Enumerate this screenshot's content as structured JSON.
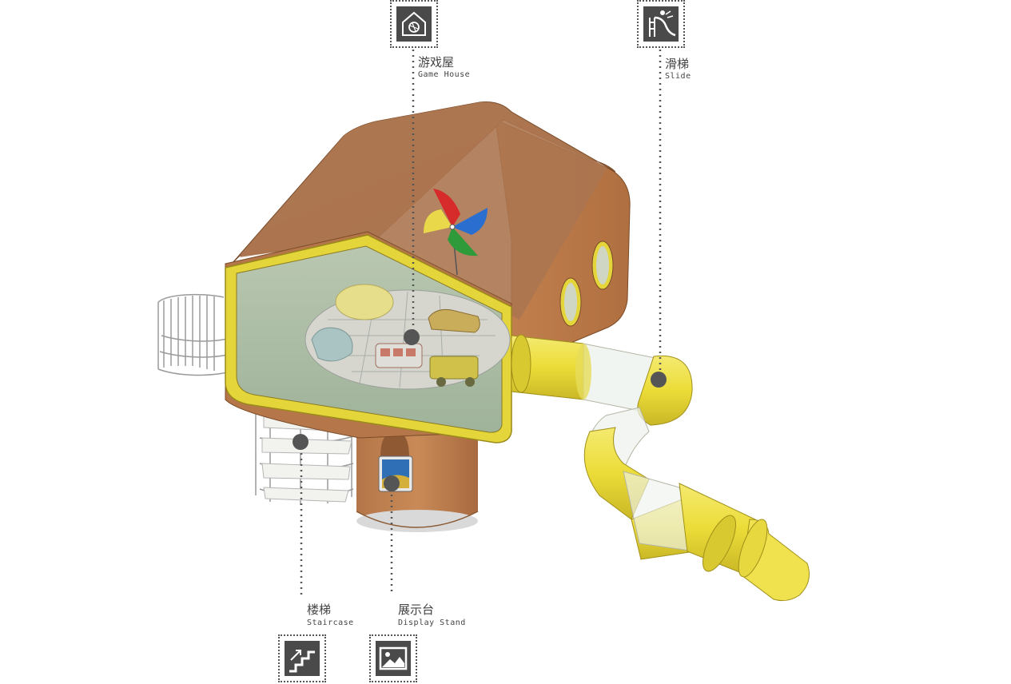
{
  "callouts": [
    {
      "id": "game-house",
      "label_cn": "游戏屋",
      "label_en": "Game House",
      "icon": "house-ball-icon"
    },
    {
      "id": "slide",
      "label_cn": "滑梯",
      "label_en": "Slide",
      "icon": "slide-icon"
    },
    {
      "id": "staircase",
      "label_cn": "楼梯",
      "label_en": "Staircase",
      "icon": "stairs-icon"
    },
    {
      "id": "display-stand",
      "label_cn": "展示台",
      "label_en": "Display Stand",
      "icon": "picture-icon"
    }
  ],
  "colors": {
    "house_body": "#b8774a",
    "house_roof": "#a8744e",
    "window_frame": "#e4d63a",
    "slide_yellow": "#efe24a",
    "icon_bg": "#4a4a4a",
    "callout_line": "#555555",
    "marker_dot": "#555555"
  }
}
